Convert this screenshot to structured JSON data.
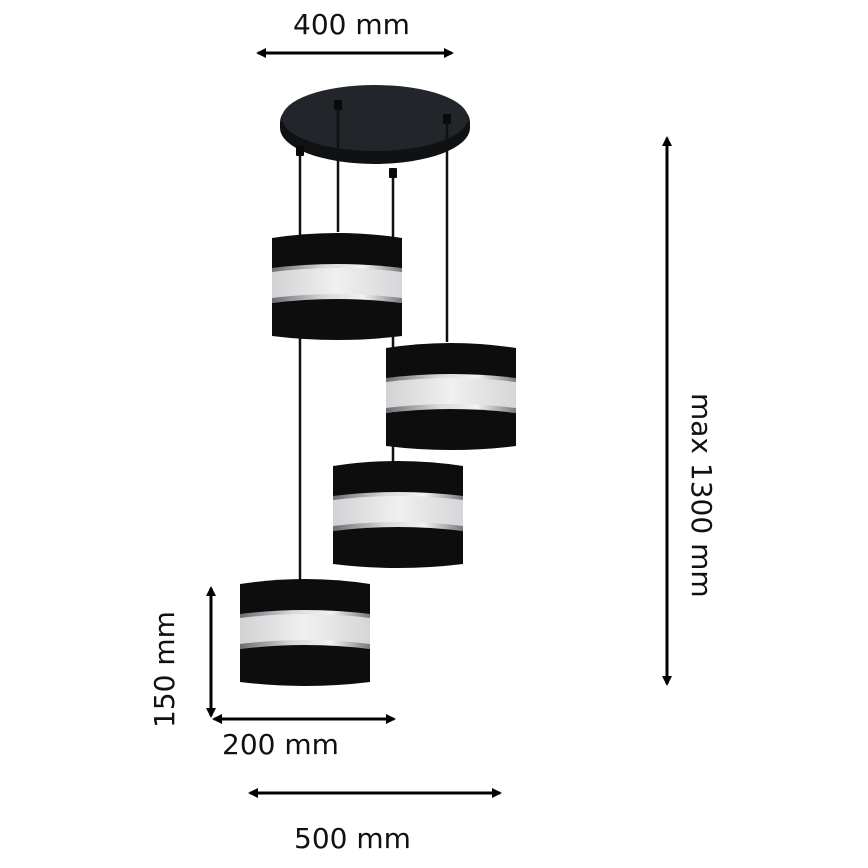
{
  "diagram": {
    "subject": "4-shade cascade pendant lamp",
    "colors": {
      "shade": "#0d0d0d",
      "band": "#e4e4e6",
      "ring": "#b8b8bc",
      "canopy": "#1e2226",
      "cord": "#111111",
      "arrow": "#000000"
    },
    "dimensions": {
      "canopy_width": "400 mm",
      "total_height": "max 1300 mm",
      "shade_height": "150 mm",
      "shade_width": "200 mm",
      "overall_width": "500 mm"
    },
    "shades_count": 4,
    "cords_count": 4
  }
}
